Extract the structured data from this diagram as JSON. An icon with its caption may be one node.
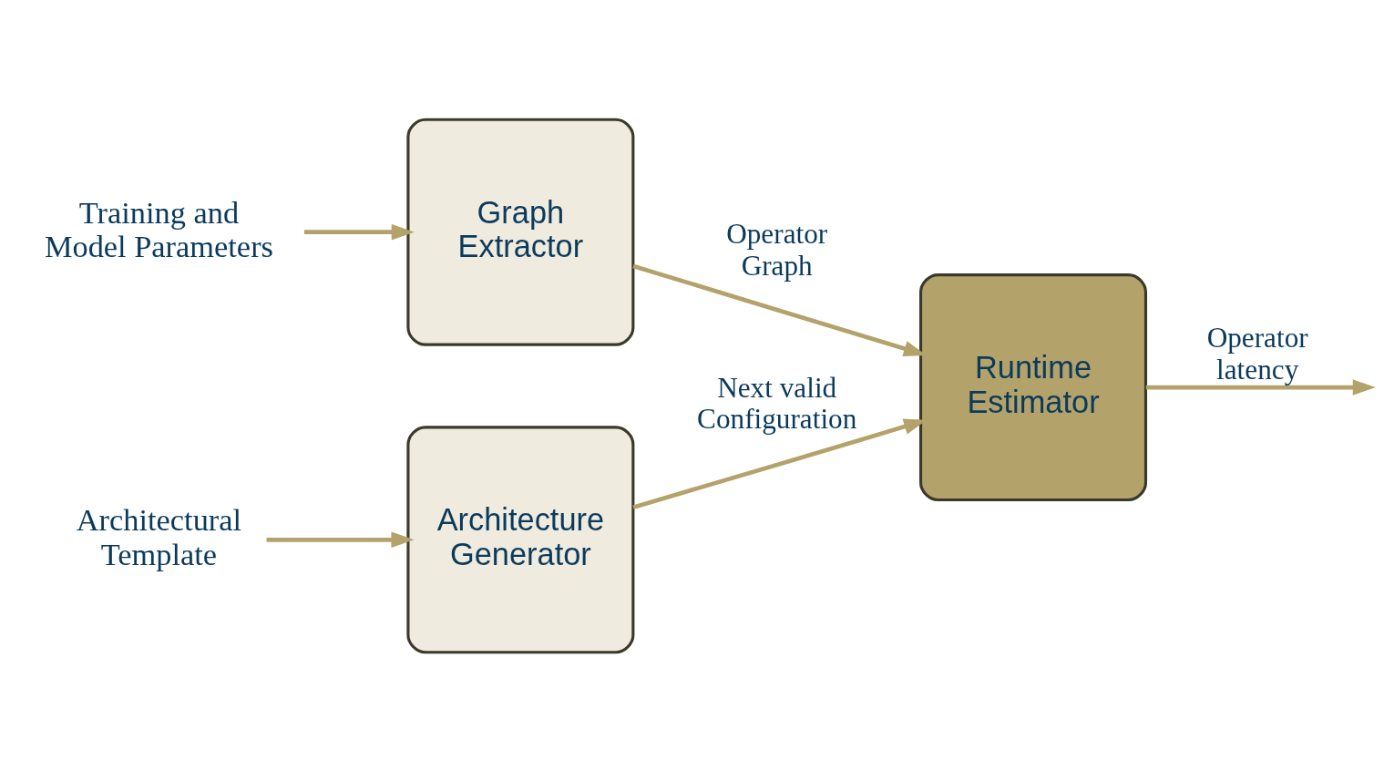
{
  "diagram": {
    "nodes": [
      {
        "text": [
          "Training and Model Parameters"
        ]
      },
      {
        "text": [
          "Graph Extractor"
        ]
      },
      {
        "text": [
          "Runtime Estimator"
        ]
      },
      {
        "text": [
          "Architectural Template"
        ]
      },
      {
        "text": [
          "Architecture Generator"
        ]
      }
    ],
    "edges": [
      {
        "from": 0,
        "to": 1,
        "arrow": "to"
      },
      {
        "from": 1,
        "to": 2,
        "arrow": "to",
        "label": "Operator Graph"
      },
      {
        "from": 2,
        "to": null,
        "arrow": "to",
        "label": "Operator latency"
      },
      {
        "from": 3,
        "to": 4,
        "arrow": "to"
      },
      {
        "from": 4,
        "to": 2,
        "arrow": "to",
        "label": "Next valid Configuration"
      }
    ]
  }
}
